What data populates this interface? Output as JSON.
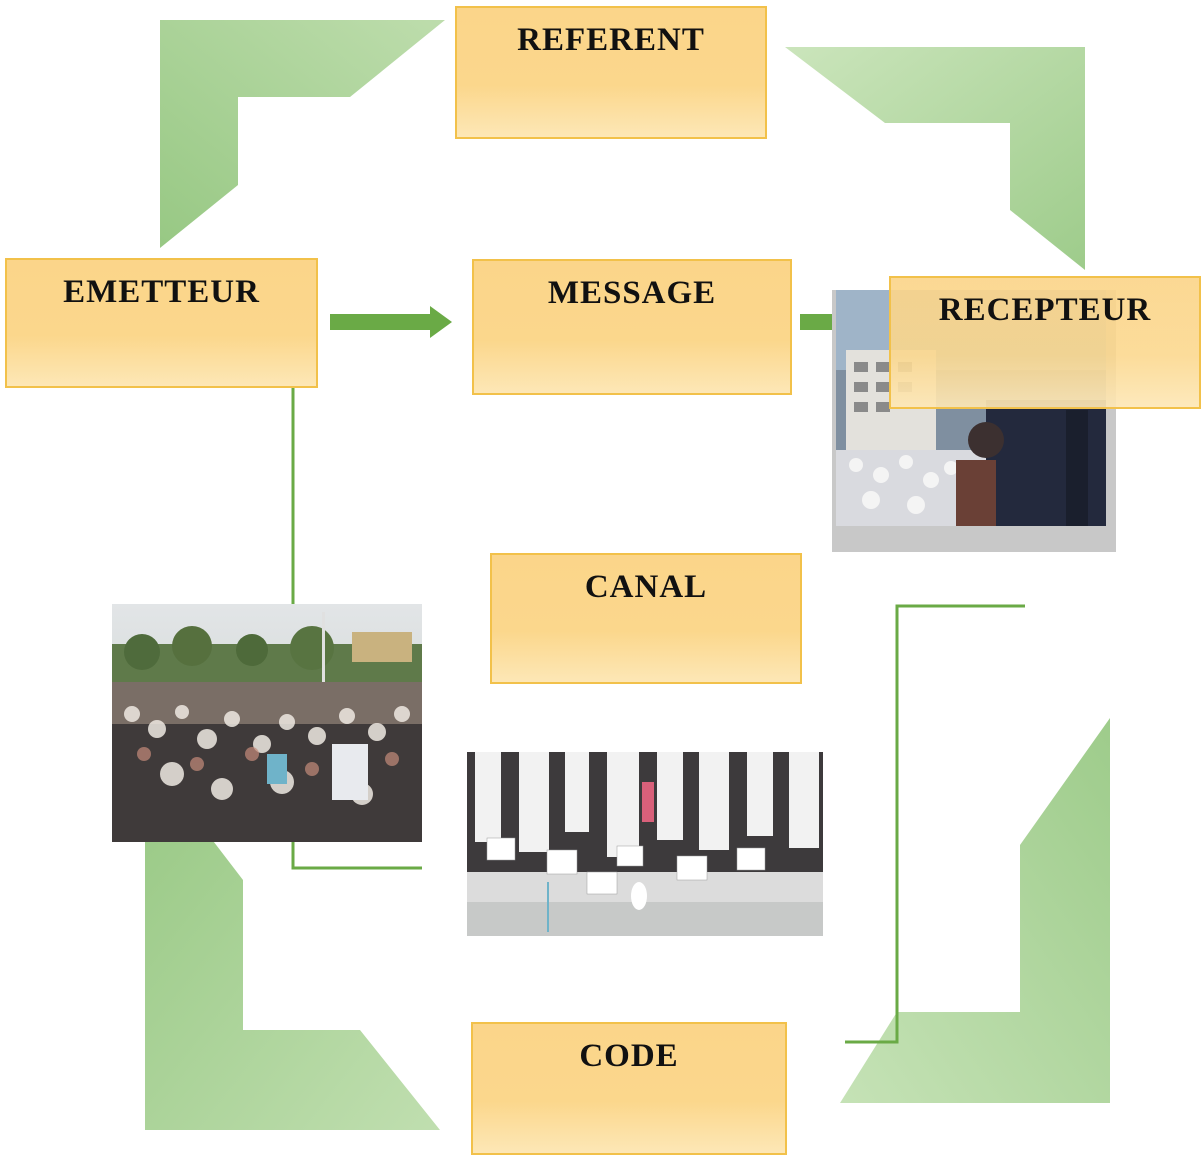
{
  "diagram": {
    "nodes": {
      "referent": "REFERENT",
      "emetteur": "EMETTEUR",
      "message": "MESSAGE",
      "recepteur": "RECEPTEUR",
      "canal": "CANAL",
      "code": "CODE"
    },
    "edges": [
      {
        "from": "emetteur",
        "to": "message"
      },
      {
        "from": "message",
        "to": "recepteur"
      },
      {
        "from": "emetteur",
        "to": "referent"
      },
      {
        "from": "referent",
        "to": "recepteur"
      },
      {
        "from": "recepteur",
        "to": "code"
      },
      {
        "from": "code",
        "to": "emetteur"
      }
    ],
    "photos": [
      "crowd-protest-photo",
      "upside-down-crowd-photo",
      "building-crowd-photo"
    ]
  },
  "colors": {
    "box_fill": "#fbd58a",
    "box_border": "#f2c14a",
    "arrow_green": "#a3cd8d",
    "connector_green": "#6aaa46"
  }
}
